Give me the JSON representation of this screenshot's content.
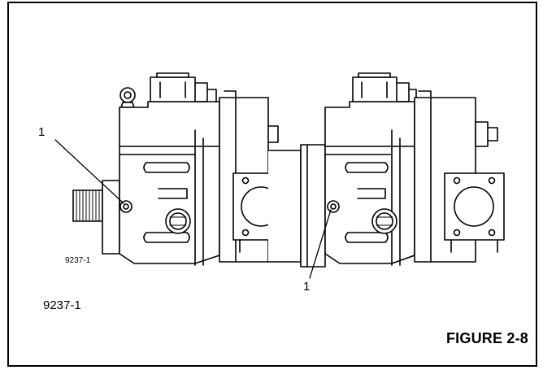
{
  "figure": {
    "label": "FIGURE 2-8",
    "drawing_id_small": "9237-1",
    "drawing_id": "9237-1",
    "callouts": [
      {
        "text": "1"
      },
      {
        "text": "1"
      }
    ]
  }
}
